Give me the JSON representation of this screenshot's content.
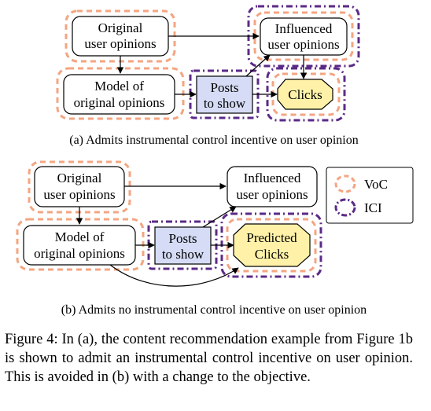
{
  "panel_a": {
    "nodes": {
      "original": [
        "Original",
        "user opinions"
      ],
      "influenced": [
        "Influenced",
        "user opinions"
      ],
      "model": [
        "Model of",
        "original opinions"
      ],
      "posts": [
        "Posts",
        "to show"
      ],
      "clicks": [
        "Clicks"
      ]
    },
    "caption": "(a) Admits instrumental control incentive on user opinion"
  },
  "panel_b": {
    "nodes": {
      "original": [
        "Original",
        "user opinions"
      ],
      "influenced": [
        "Influenced",
        "user opinions"
      ],
      "model": [
        "Model of",
        "original opinions"
      ],
      "posts": [
        "Posts",
        "to show"
      ],
      "clicks": [
        "Predicted",
        "Clicks"
      ]
    },
    "caption": "(b) Admits no instrumental control incentive on user opinion"
  },
  "legend": {
    "voc": "VoC",
    "ici": "ICI"
  },
  "colors": {
    "voc_dash": "#f4a582",
    "ici_dash": "#5b2a86",
    "decision_fill": "#d6dcf5",
    "utility_fill": "#fff2a8",
    "edge": "#000000"
  },
  "figure_caption": "Figure 4: In (a), the content recommendation example from Figure 1b is shown to admit an instrumental control incentive on user opinion. This is avoided in (b) with a change to the objective."
}
